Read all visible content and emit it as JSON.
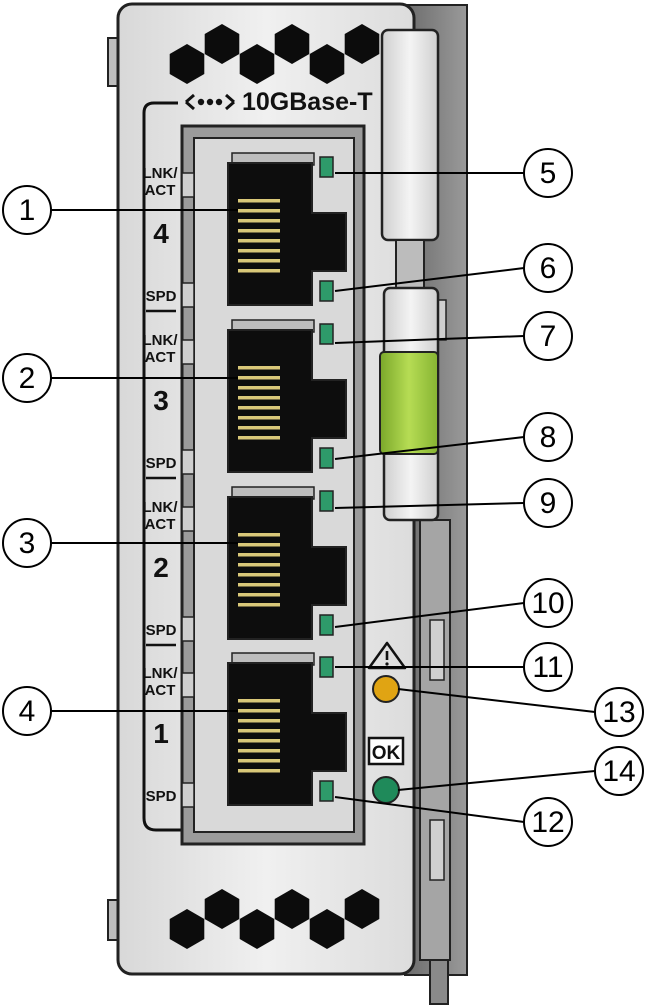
{
  "header": {
    "title": "10GBase-T",
    "icon": "ethernet-ports-icon"
  },
  "ports": [
    {
      "number": "4",
      "top_label": [
        "LNK/",
        "ACT"
      ],
      "bottom_label": "SPD"
    },
    {
      "number": "3",
      "top_label": [
        "LNK/",
        "ACT"
      ],
      "bottom_label": "SPD"
    },
    {
      "number": "2",
      "top_label": [
        "LNK/",
        "ACT"
      ],
      "bottom_label": "SPD"
    },
    {
      "number": "1",
      "top_label": [
        "LNK/",
        "ACT"
      ],
      "bottom_label": "SPD"
    }
  ],
  "status": {
    "fault_icon": "warning-triangle-icon",
    "ok_label": "OK"
  },
  "callouts": [
    "1",
    "2",
    "3",
    "4",
    "5",
    "6",
    "7",
    "8",
    "9",
    "10",
    "11",
    "12",
    "13",
    "14"
  ],
  "colors": {
    "led_green": "#2e9a6a",
    "fault_led": "#e0a413",
    "ok_led": "#1f8a5a",
    "latch": "#9ecb3c",
    "bezel": "#e4e4e4",
    "outline": "#222222"
  }
}
